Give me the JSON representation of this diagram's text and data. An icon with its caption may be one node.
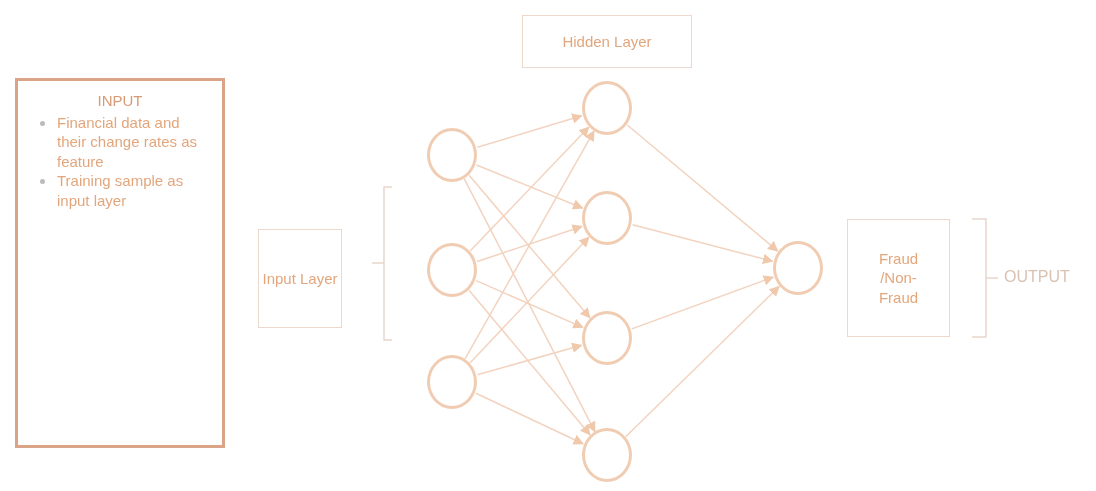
{
  "diagram": {
    "nodes": [
      {
        "text": [
          "INPUT",
          "Financial data and their change rates as feature",
          "Training sample as input layer"
        ]
      },
      {
        "text": [
          "Input Layer"
        ]
      },
      {
        "text": [
          "Hidden Layer"
        ]
      },
      {
        "text": [
          "Fraud /Non-Fraud"
        ]
      },
      {
        "text": [],
        "shape": "circle"
      },
      {
        "text": [],
        "shape": "circle"
      },
      {
        "text": [],
        "shape": "circle"
      },
      {
        "text": [],
        "shape": "circle"
      },
      {
        "text": [],
        "shape": "circle"
      },
      {
        "text": [],
        "shape": "circle"
      },
      {
        "text": [],
        "shape": "circle"
      },
      {
        "text": [],
        "shape": "circle"
      }
    ],
    "edges": [
      {
        "from": 4,
        "to": 7,
        "arrow": "to"
      },
      {
        "from": 4,
        "to": 8,
        "arrow": "to"
      },
      {
        "from": 4,
        "to": 9,
        "arrow": "to"
      },
      {
        "from": 4,
        "to": 10,
        "arrow": "to"
      },
      {
        "from": 5,
        "to": 7,
        "arrow": "to"
      },
      {
        "from": 5,
        "to": 8,
        "arrow": "to"
      },
      {
        "from": 5,
        "to": 9,
        "arrow": "to"
      },
      {
        "from": 5,
        "to": 10,
        "arrow": "to"
      },
      {
        "from": 6,
        "to": 7,
        "arrow": "to"
      },
      {
        "from": 6,
        "to": 8,
        "arrow": "to"
      },
      {
        "from": 6,
        "to": 9,
        "arrow": "to"
      },
      {
        "from": 6,
        "to": 10,
        "arrow": "to"
      },
      {
        "from": 7,
        "to": 11,
        "arrow": "to"
      },
      {
        "from": 8,
        "to": 11,
        "arrow": "to"
      },
      {
        "from": 9,
        "to": 11,
        "arrow": "to"
      },
      {
        "from": 10,
        "to": 11,
        "arrow": "to"
      }
    ],
    "labels": [
      "OUTPUT"
    ]
  }
}
